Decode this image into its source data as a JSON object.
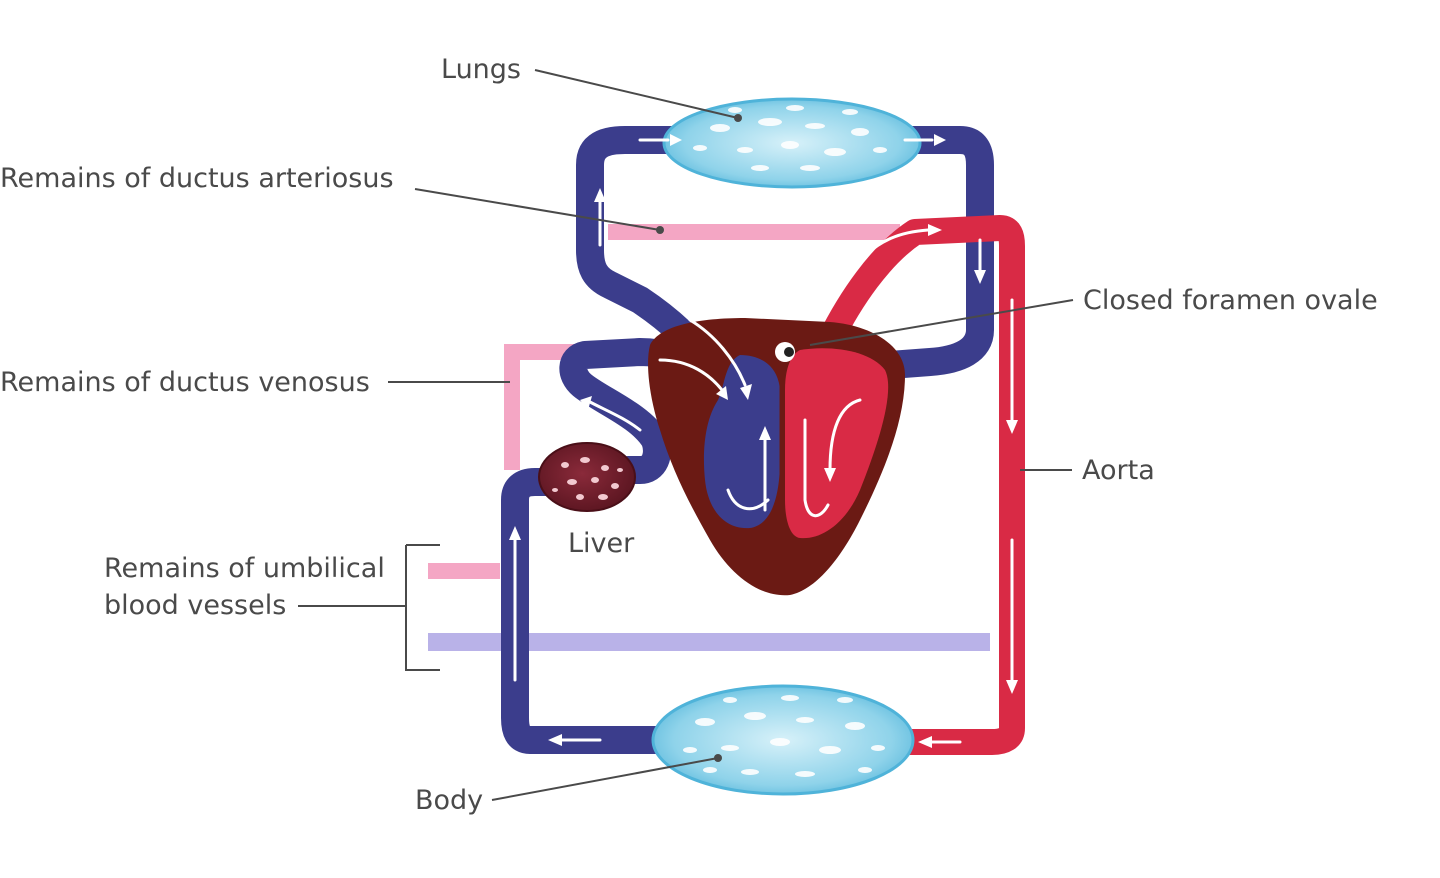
{
  "labels": {
    "lungs": "Lungs",
    "ductus_arteriosus": "Remains of ductus arteriosus",
    "foramen_ovale": "Closed foramen ovale",
    "ductus_venosus": "Remains of ductus venosus",
    "aorta": "Aorta",
    "liver": "Liver",
    "umbilical_line1": "Remains of umbilical",
    "umbilical_line2": "blood vessels",
    "body": "Body"
  },
  "colors": {
    "deoxygenated": "#3b3d8c",
    "oxygenated": "#d92a45",
    "remnant_pink": "#f4a6c4",
    "remnant_violet": "#b9b2e8",
    "capillary_bed": "#8fd3ea",
    "heart_muscle": "#6b1a14",
    "liver": "#6e1d2a"
  }
}
